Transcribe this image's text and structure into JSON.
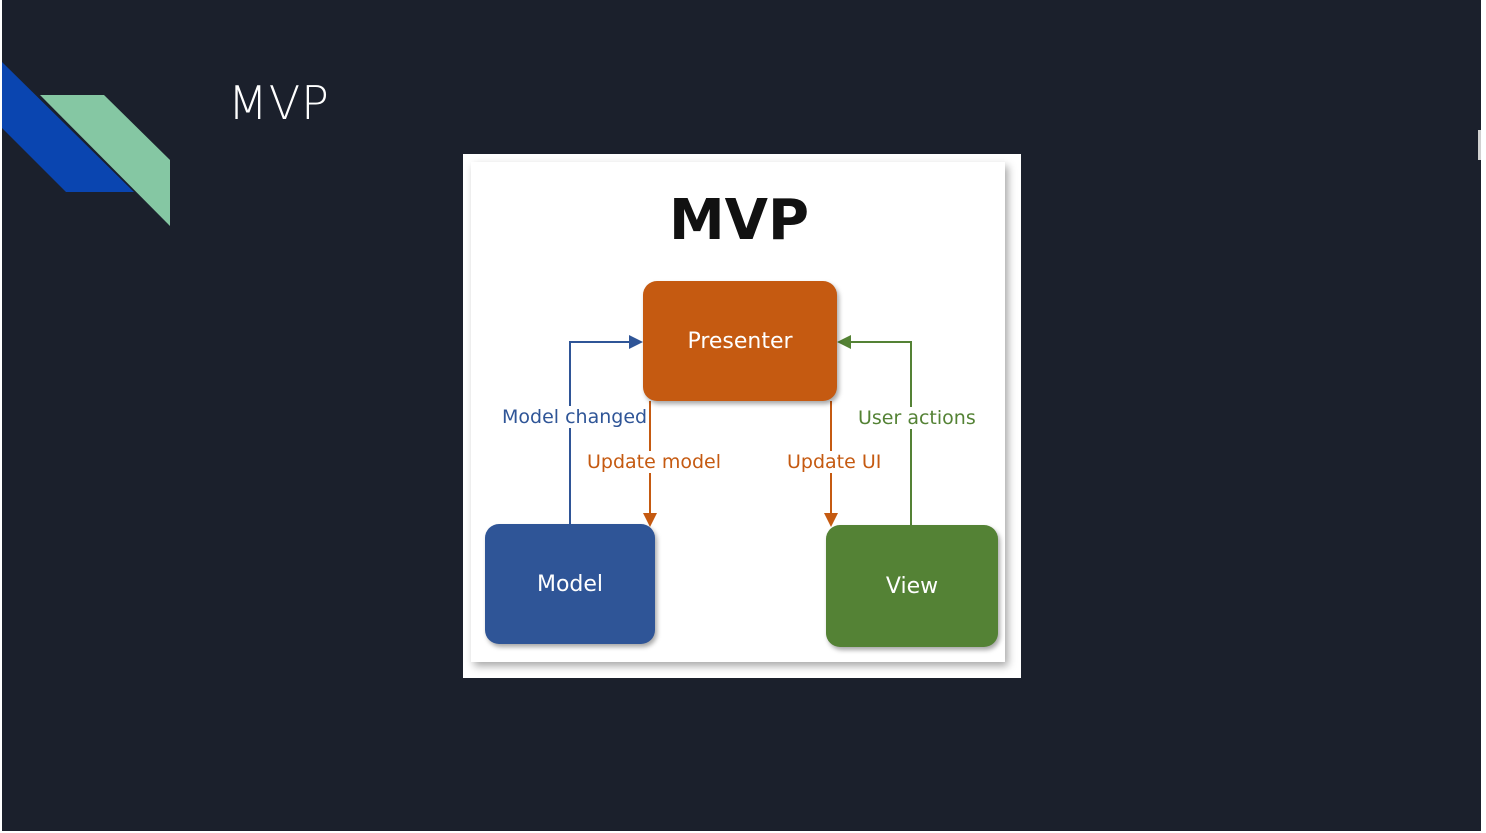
{
  "slide": {
    "title": "MVP"
  },
  "diagram": {
    "title": "MVP",
    "nodes": {
      "presenter": "Presenter",
      "model": "Model",
      "view": "View"
    },
    "edges": {
      "model_changed": "Model changed",
      "update_model": "Update model",
      "update_ui": "Update UI",
      "user_actions": "User actions"
    },
    "colors": {
      "presenter": "#c55a11",
      "model": "#2f5597",
      "view": "#548235",
      "background": "#1b202c",
      "accent_blue": "#0a45b0",
      "accent_green": "#85c7a3"
    }
  }
}
